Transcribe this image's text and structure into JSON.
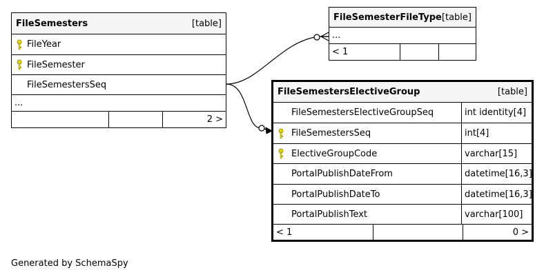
{
  "tables": {
    "file_semesters": {
      "name": "FileSemesters",
      "kind": "[table]",
      "columns": [
        {
          "name": "FileYear",
          "key": true
        },
        {
          "name": "FileSemester",
          "key": true
        },
        {
          "name": "FileSemestersSeq",
          "key": false
        }
      ],
      "ellipsis": "...",
      "footer": {
        "left": "",
        "middle": "",
        "right": "2 >"
      }
    },
    "file_semester_file_type": {
      "name": "FileSemesterFileType",
      "kind": "[table]",
      "ellipsis": "...",
      "footer": {
        "left": "< 1",
        "middle": "",
        "right": ""
      }
    },
    "file_semesters_elective_group": {
      "name": "FileSemestersElectiveGroup",
      "kind": "[table]",
      "columns": [
        {
          "name": "FileSemestersElectiveGroupSeq",
          "type": "int identity[4]",
          "key": false
        },
        {
          "name": "FileSemestersSeq",
          "type": "int[4]",
          "key": true
        },
        {
          "name": "ElectiveGroupCode",
          "type": "varchar[15]",
          "key": true
        },
        {
          "name": "PortalPublishDateFrom",
          "type": "datetime[16,3]",
          "key": false
        },
        {
          "name": "PortalPublishDateTo",
          "type": "datetime[16,3]",
          "key": false
        },
        {
          "name": "PortalPublishText",
          "type": "varchar[100]",
          "key": false
        }
      ],
      "footer": {
        "left": "< 1",
        "middle": "",
        "right": "0 >"
      }
    }
  },
  "colors": {
    "key_icon": "#e8d800"
  },
  "icons": {
    "primary_key": "key-icon"
  },
  "footer_text": "Generated by SchemaSpy"
}
